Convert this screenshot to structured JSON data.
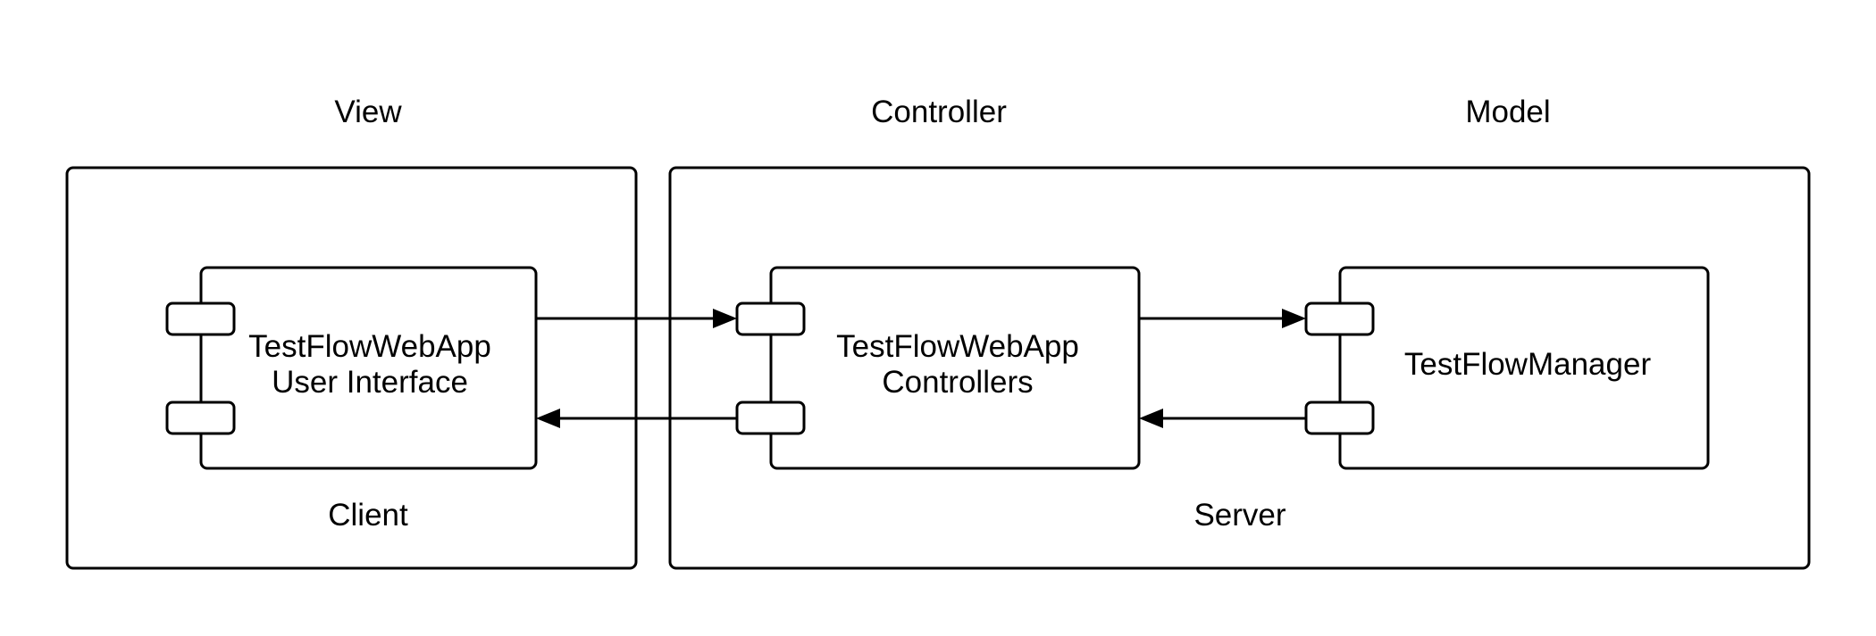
{
  "diagram": {
    "layers": {
      "view": "View",
      "controller": "Controller",
      "model": "Model"
    },
    "tiers": {
      "client": "Client",
      "server": "Server"
    },
    "components": {
      "ui": {
        "line1": "TestFlowWebApp",
        "line2": "User Interface"
      },
      "controllers": {
        "line1": "TestFlowWebApp",
        "line2": "Controllers"
      },
      "manager": {
        "line1": "TestFlowManager"
      }
    }
  }
}
